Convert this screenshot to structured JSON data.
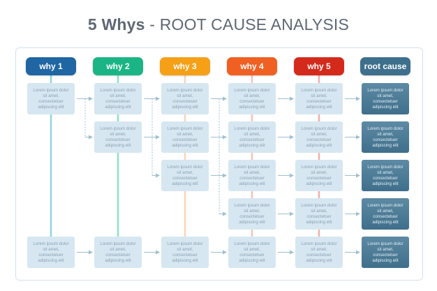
{
  "title": {
    "bold": "5 Whys",
    "rest": " - ROOT CAUSE ANALYSIS"
  },
  "headers": [
    {
      "label": "why 1",
      "color": "#1f66a3"
    },
    {
      "label": "why 2",
      "color": "#1bb585"
    },
    {
      "label": "why 3",
      "color": "#f5a017"
    },
    {
      "label": "why 4",
      "color": "#f06023"
    },
    {
      "label": "why 5",
      "color": "#d42a1c"
    },
    {
      "label": "root cause",
      "color": "#3e6f8c"
    }
  ],
  "box_text": "Lorem ipsum dolor sit amet, consectetuer adipiscing elit",
  "columns": [
    {
      "rows": [
        0,
        4
      ]
    },
    {
      "rows": [
        0,
        1,
        4
      ]
    },
    {
      "rows": [
        0,
        1,
        2,
        4
      ]
    },
    {
      "rows": [
        0,
        1,
        2,
        3,
        4
      ]
    },
    {
      "rows": [
        0,
        1,
        2,
        3,
        4
      ]
    },
    {
      "rows": [
        0,
        1,
        2,
        3,
        4
      ]
    }
  ],
  "colors": {
    "line_why1": "#8fd4e0",
    "line_why2": "#8fe0c8",
    "line_why3": "#f8d6b8",
    "line_why4": "#f7c1b3",
    "line_why5": "#f2b0aa",
    "arrow": "#9ebfd1"
  }
}
